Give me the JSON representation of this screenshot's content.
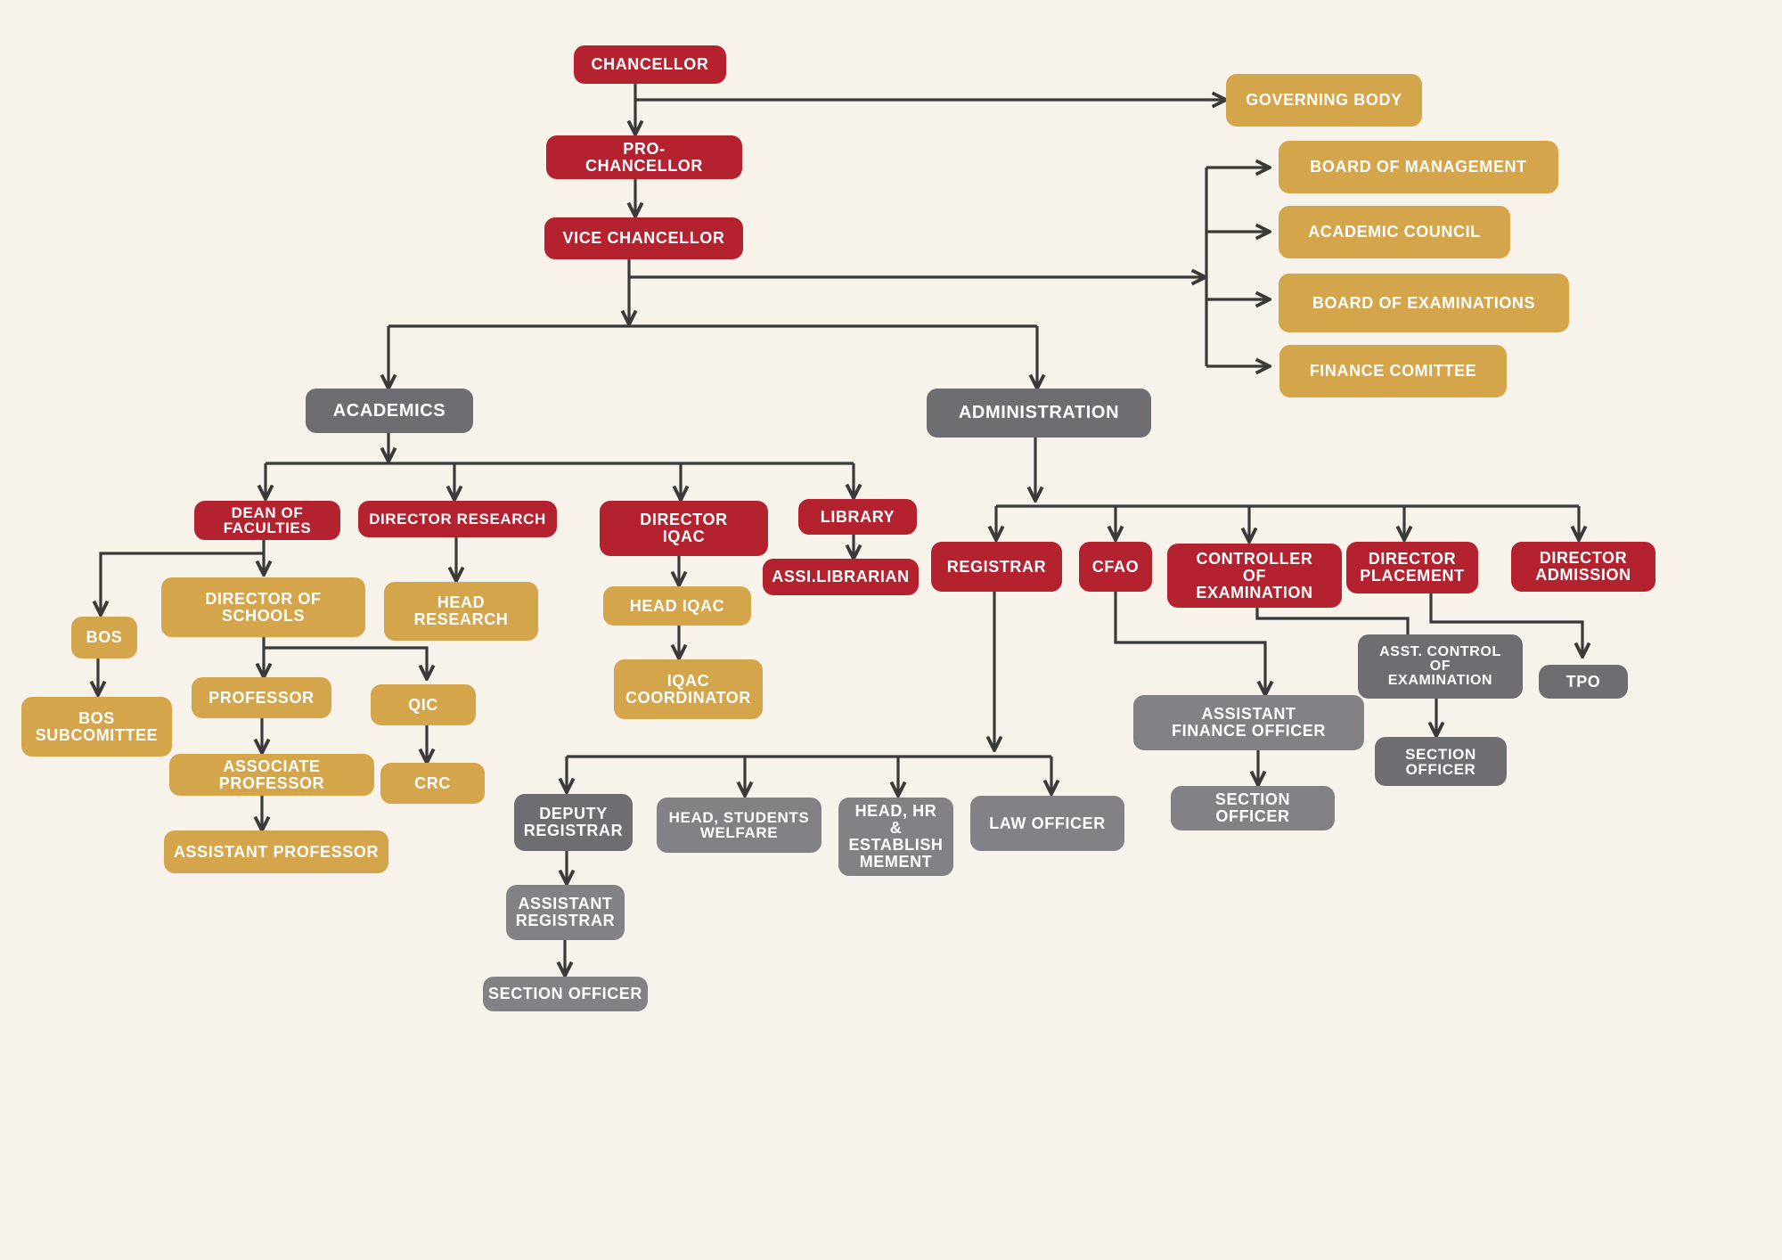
{
  "colors": {
    "background": "#f8f3ea",
    "red": "#b5222f",
    "gold": "#d4a54a",
    "gray": "#6e6e72",
    "line": "#3a3a3a"
  },
  "nodes": {
    "chancellor": "CHANCELLOR",
    "governing_body": "GOVERNING BODY",
    "pro_chancellor": "PRO-\nCHANCELLOR",
    "vice_chancellor": "VICE CHANCELLOR",
    "board_of_management": "BOARD OF MANAGEMENT",
    "academic_council": "ACADEMIC COUNCIL",
    "board_of_examinations": "BOARD OF EXAMINATIONS",
    "finance_comittee": "FINANCE COMITTEE",
    "academics": "ACADEMICS",
    "administration": "ADMINISTRATION",
    "dean_of_faculties": "DEAN OF\nFACULTIES",
    "director_research": "DIRECTOR RESEARCH",
    "director_iqac": "DIRECTOR\nIQAC",
    "library": "LIBRARY",
    "assi_librarian": "ASSI.LIBRARIAN",
    "bos": "BOS",
    "director_of_schools": "DIRECTOR OF\nSCHOOLS",
    "head_research": "HEAD\nRESEARCH",
    "head_iqac": "HEAD IQAC",
    "iqac_coordinator": "IQAC\nCOORDINATOR",
    "bos_subcomittee": "BOS\nSUBCOMITTEE",
    "professor": "PROFESSOR",
    "qic": "QIC",
    "associate_professor": "ASSOCIATE PROFESSOR",
    "crc": "CRC",
    "assistant_professor": "ASSISTANT PROFESSOR",
    "registrar": "REGISTRAR",
    "cfao": "CFAO",
    "controller_of_examination": "CONTROLLER\nOF\nEXAMINATION",
    "director_placement": "DIRECTOR\nPLACEMENT",
    "director_admission": "DIRECTOR\nADMISSION",
    "asst_control_of_examination": "ASST. CONTROL\nOF\nEXAMINATION",
    "tpo": "TPO",
    "assistant_finance_officer": "ASSISTANT\nFINANCE OFFICER",
    "section_officer_exam": "SECTION\nOFFICER",
    "section_officer_finance": "SECTION\nOFFICER",
    "deputy_registrar": "DEPUTY\nREGISTRAR",
    "head_students_welfare": "HEAD, STUDENTS\nWELFARE",
    "head_hr_establishment": "HEAD, HR\n&\nESTABLISH\nMEMENT",
    "law_officer": "LAW OFFICER",
    "assistant_registrar": "ASSISTANT\nREGISTRAR",
    "section_officer_registrar": "SECTION OFFICER"
  }
}
